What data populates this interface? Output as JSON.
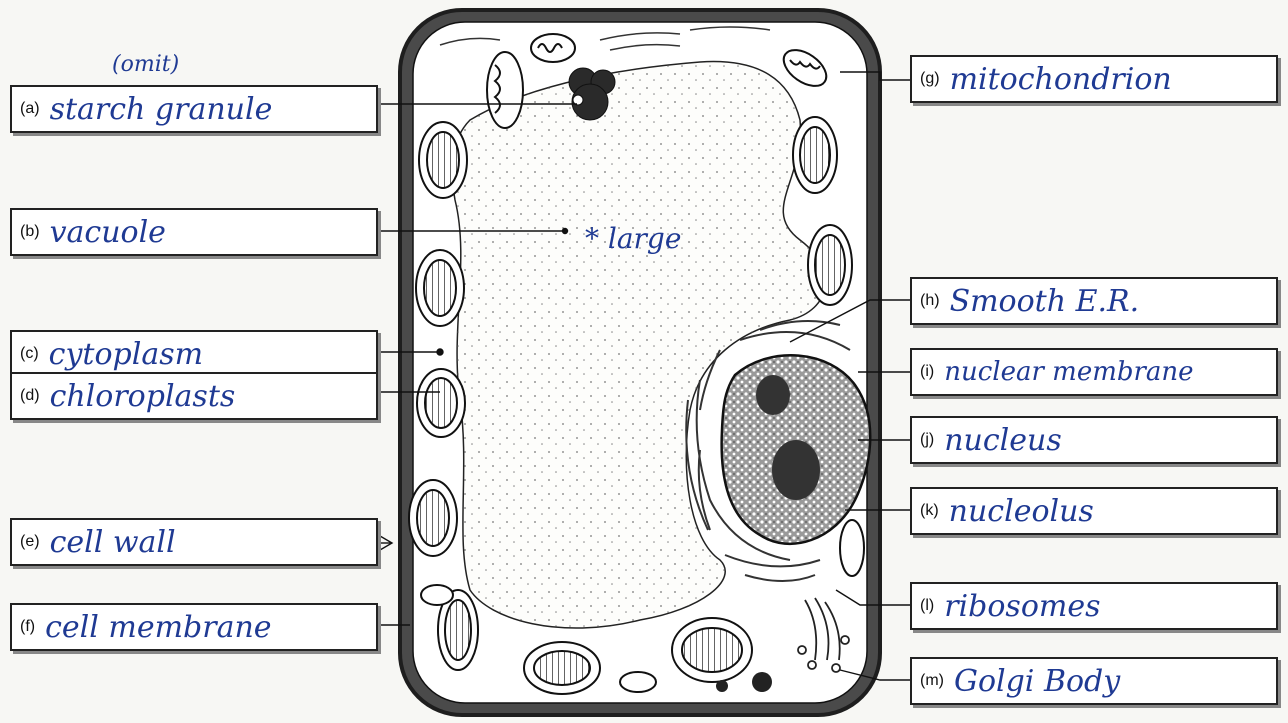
{
  "labels": {
    "a": {
      "letter": "(a)",
      "answer": "starch granule"
    },
    "b": {
      "letter": "(b)",
      "answer": "vacuole"
    },
    "c": {
      "letter": "(c)",
      "answer": "cytoplasm"
    },
    "d": {
      "letter": "(d)",
      "answer": "chloroplasts"
    },
    "e": {
      "letter": "(e)",
      "answer": "cell wall"
    },
    "f": {
      "letter": "(f)",
      "answer": "cell membrane"
    },
    "g": {
      "letter": "(g)",
      "answer": "mitochondrion"
    },
    "h": {
      "letter": "(h)",
      "answer": "Smooth E.R."
    },
    "i": {
      "letter": "(i)",
      "answer": "nuclear membrane"
    },
    "j": {
      "letter": "(j)",
      "answer": "nucleus"
    },
    "k": {
      "letter": "(k)",
      "answer": "nucleolus"
    },
    "l": {
      "letter": "(l)",
      "answer": "ribosomes"
    },
    "m": {
      "letter": "(m)",
      "answer": "Golgi Body"
    }
  },
  "notes": {
    "omit": "(omit)",
    "vacuole_note": "* large"
  },
  "colors": {
    "ink": "#1f3a93",
    "line": "#222222",
    "cell_wall": "#3a3a3a",
    "cytoplasm": "#ffffff",
    "vacuole": "#fdfdfb",
    "nucleus": "#8c8c8c",
    "nucleolus": "#3a3a3a"
  }
}
